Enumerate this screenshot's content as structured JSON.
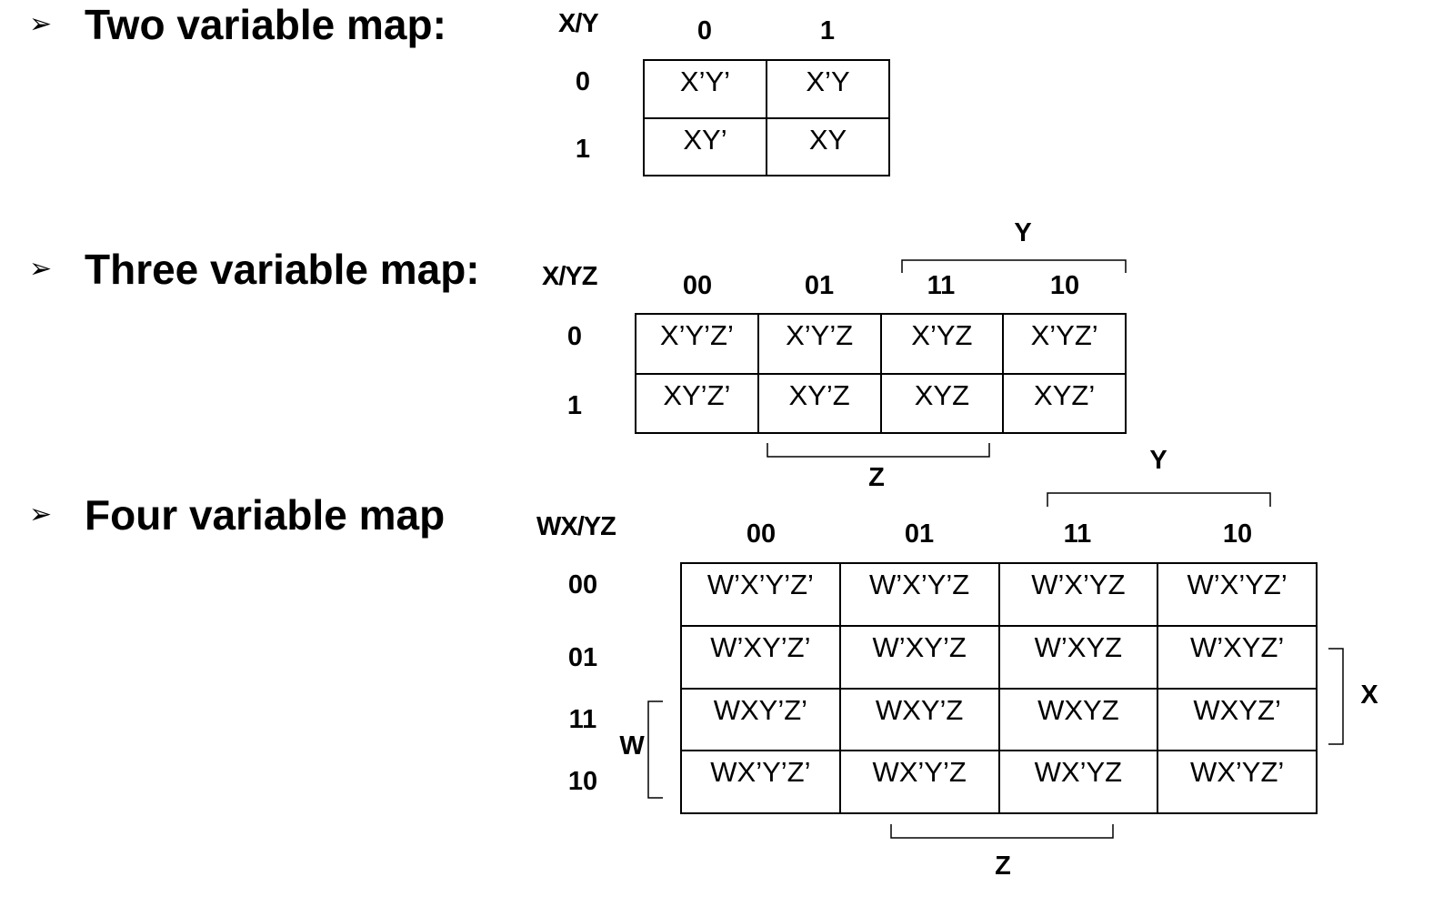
{
  "sections": [
    {
      "bullet": "➢",
      "heading": "Two variable map:",
      "corner": "X/Y",
      "col_headers": [
        "0",
        "1"
      ],
      "row_headers": [
        "0",
        "1"
      ],
      "cells": [
        [
          "X’Y’",
          "X’Y"
        ],
        [
          "XY’",
          "XY"
        ]
      ]
    },
    {
      "bullet": "➢",
      "heading": "Three variable map:",
      "corner": "X/YZ",
      "col_headers": [
        "00",
        "01",
        "11",
        "10"
      ],
      "row_headers": [
        "0",
        "1"
      ],
      "cells": [
        [
          "X’Y’Z’",
          "X’Y’Z",
          "X’YZ",
          "X’YZ’"
        ],
        [
          "XY’Z’",
          "XY’Z",
          "XYZ",
          "XYZ’"
        ]
      ],
      "bracket_top": "Y",
      "bracket_bottom": "Z"
    },
    {
      "bullet": "➢",
      "heading": "Four variable map",
      "corner": "WX/YZ",
      "col_headers": [
        "00",
        "01",
        "11",
        "10"
      ],
      "row_headers": [
        "00",
        "01",
        "11",
        "10"
      ],
      "cells": [
        [
          "W’X’Y’Z’",
          "W’X’Y’Z",
          "W’X’YZ",
          "W’X’YZ’"
        ],
        [
          "W’XY’Z’",
          "W’XY’Z",
          "W’XYZ",
          "W’XYZ’"
        ],
        [
          "WXY’Z’",
          "WXY’Z",
          "WXYZ",
          "WXYZ’"
        ],
        [
          "WX’Y’Z’",
          "WX’Y’Z",
          "WX’YZ",
          "WX’YZ’"
        ]
      ],
      "bracket_top": "Y",
      "bracket_bottom": "Z",
      "bracket_left": "W",
      "bracket_right": "X"
    }
  ]
}
